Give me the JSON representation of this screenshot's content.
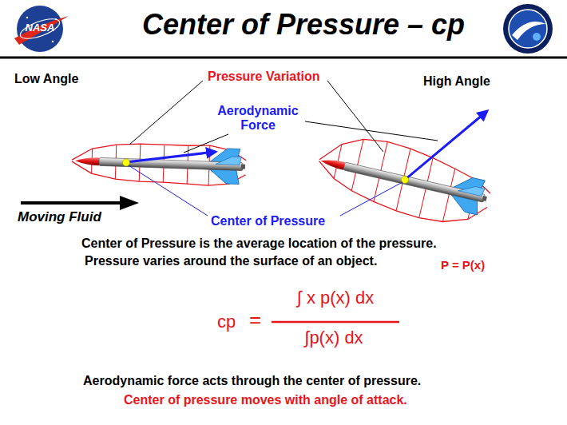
{
  "diagram": {
    "title": "Center of Pressure – cp",
    "labels": [
      "NASA",
      "Low Angle",
      "Pressure Variation",
      "High Angle",
      "Aerodynamic Force",
      "Moving Fluid",
      "Center of Pressure",
      "Center of Pressure is the average location of the pressure.",
      "Pressure varies around the surface of an object.",
      "P = P(x)",
      "cp",
      "=",
      "∫ x p(x) dx",
      "∫p(x) dx",
      "Aerodynamic force acts through the center of pressure.",
      "Center of pressure moves with angle of attack."
    ]
  }
}
